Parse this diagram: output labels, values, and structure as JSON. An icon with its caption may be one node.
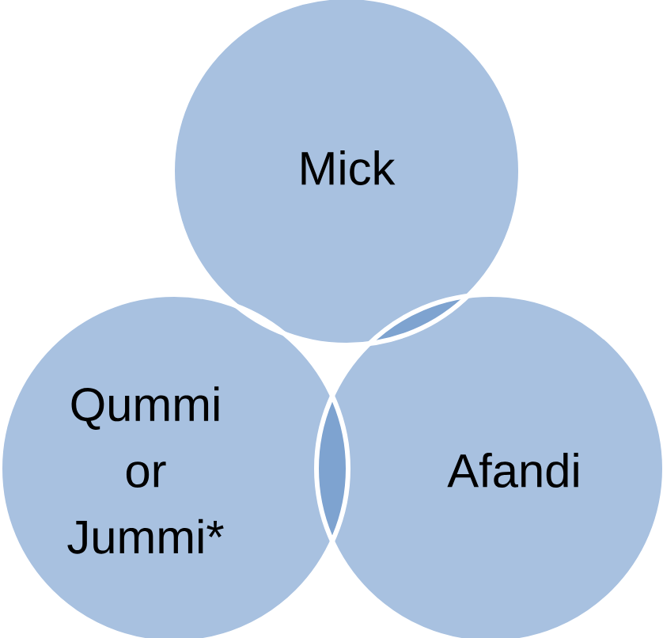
{
  "diagram": {
    "nodes": [
      {
        "text": [
          "Mick"
        ]
      },
      {
        "text": [
          "Qummi or Jummi*"
        ]
      },
      {
        "text": [
          "Afandi"
        ]
      }
    ]
  }
}
